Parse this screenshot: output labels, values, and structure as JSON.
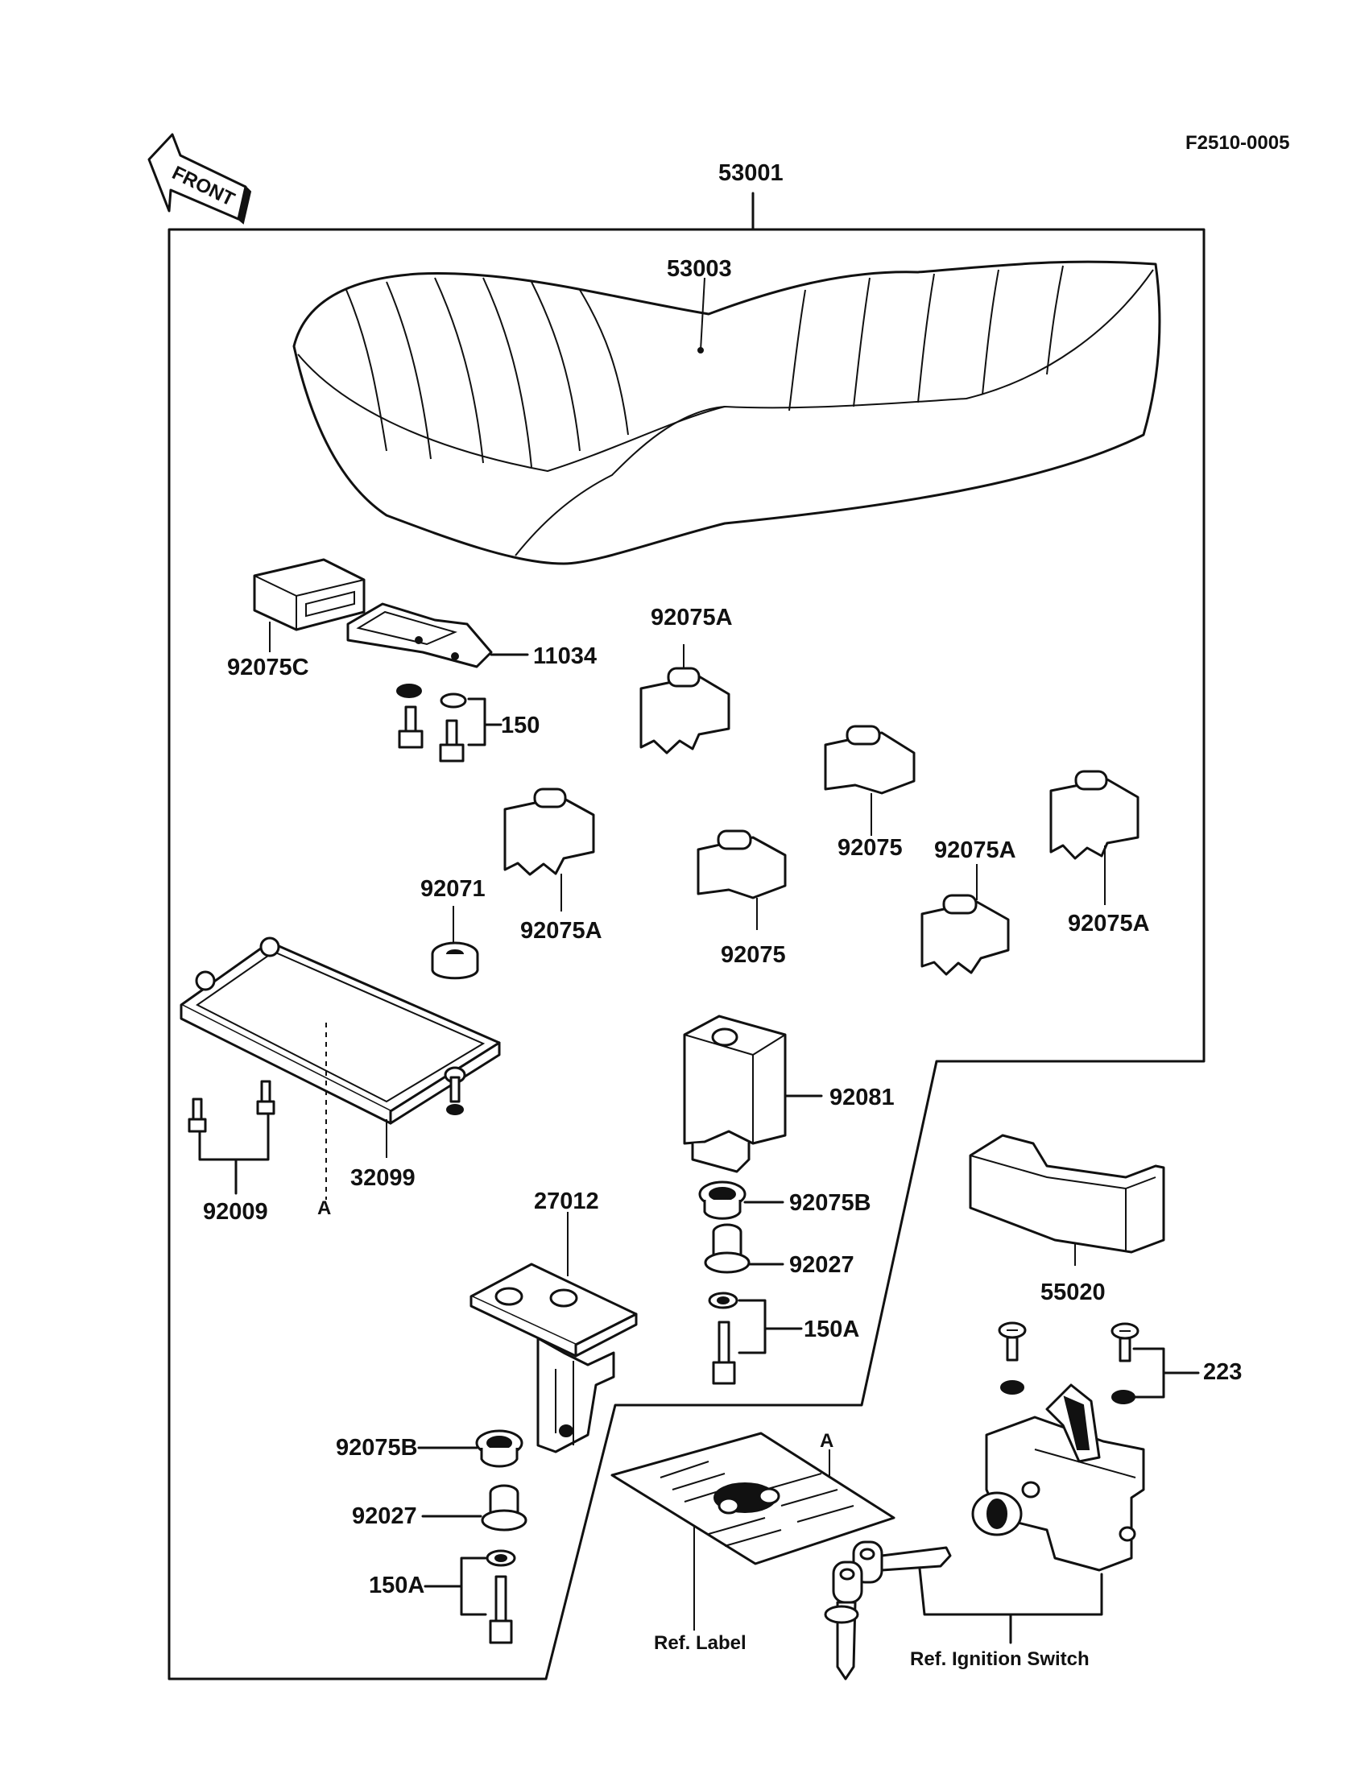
{
  "figure_code": "F2510-0005",
  "front_label": "FRONT",
  "assembly_ref": "A",
  "label_ref": "A",
  "parts": {
    "seat_assembly": "53001",
    "seat_cover": "53003",
    "cap_92075C": "92075C",
    "bracket_11034": "11034",
    "bolt_150": "150",
    "damper_92075A_a": "92075A",
    "damper_92075A_b": "92075A",
    "damper_92075A_c": "92075A",
    "damper_92075A_d": "92075A",
    "damper_92075_a": "92075",
    "damper_92075_b": "92075",
    "grommet_92071": "92071",
    "tray_32099": "32099",
    "bolt_92009": "92009",
    "holder_92081": "92081",
    "grommet_92075B_a": "92075B",
    "collar_92027_a": "92027",
    "bolt_150A_a": "150A",
    "cover_55020": "55020",
    "bracket_27012": "27012",
    "screw_223": "223",
    "grommet_92075B_b": "92075B",
    "collar_92027_b": "92027",
    "bolt_150A_b": "150A"
  },
  "refs": {
    "label": "Ref. Label",
    "ignition": "Ref. Ignition Switch"
  }
}
